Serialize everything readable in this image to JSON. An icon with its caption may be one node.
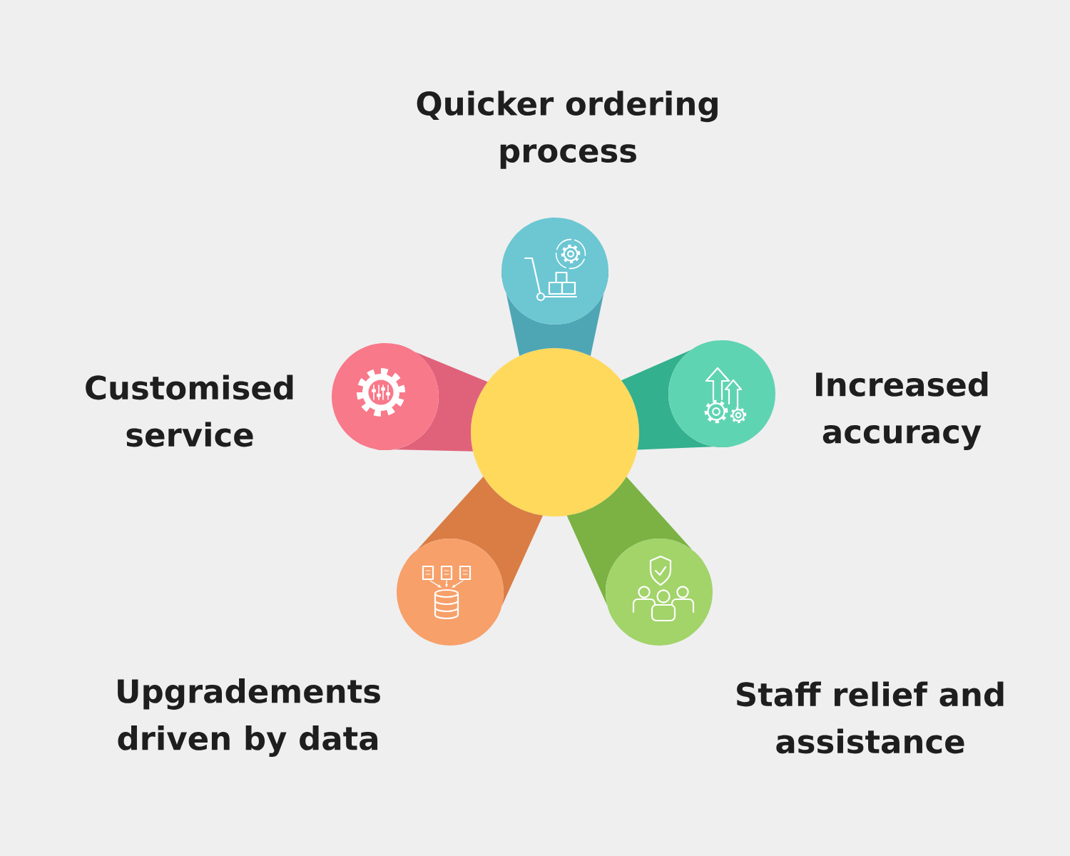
{
  "diagram": {
    "nodes": [
      {
        "text": [],
        "shape": "circle"
      },
      {
        "text": [],
        "shape": "circle",
        "beside": [
          "Quicker ordering process"
        ]
      },
      {
        "text": [],
        "shape": "circle",
        "beside": [
          "Customised service"
        ]
      },
      {
        "text": [],
        "shape": "circle",
        "beside": [
          "Increased accuracy"
        ]
      },
      {
        "text": [],
        "shape": "circle",
        "beside": [
          "Upgradements driven by data"
        ]
      },
      {
        "text": [],
        "shape": "circle",
        "beside": [
          "Staff relief and assistance"
        ]
      }
    ]
  }
}
